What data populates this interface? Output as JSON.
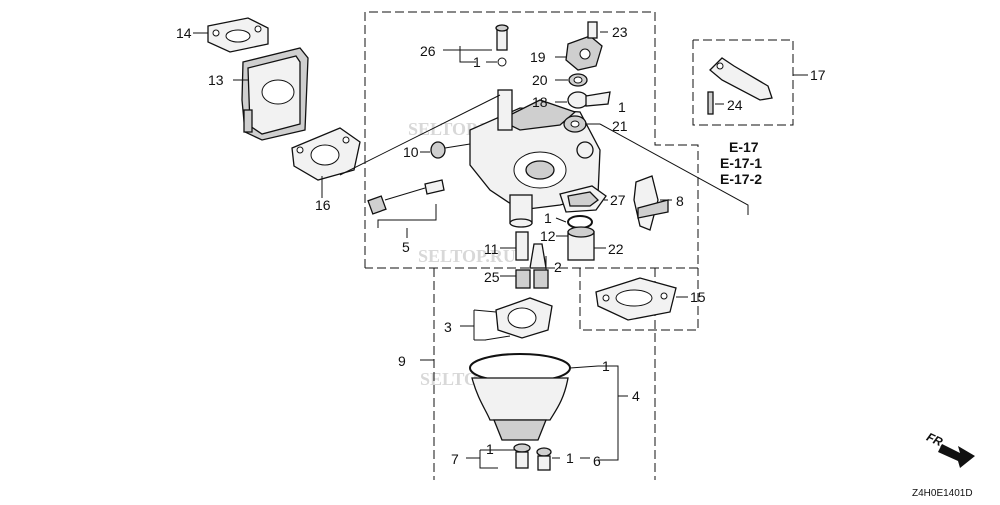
{
  "callouts": [
    "1",
    "2",
    "3",
    "4",
    "5",
    "6",
    "7",
    "8",
    "9",
    "10",
    "11",
    "12",
    "13",
    "14",
    "15",
    "16",
    "17",
    "18",
    "19",
    "20",
    "21",
    "22",
    "23",
    "24",
    "25",
    "26",
    "27"
  ],
  "references": [
    "E-17",
    "E-17-1",
    "E-17-2"
  ],
  "direction_label": "FR.",
  "diagram_code": "Z4H0E1401D",
  "watermark": "SELTOP.RU"
}
